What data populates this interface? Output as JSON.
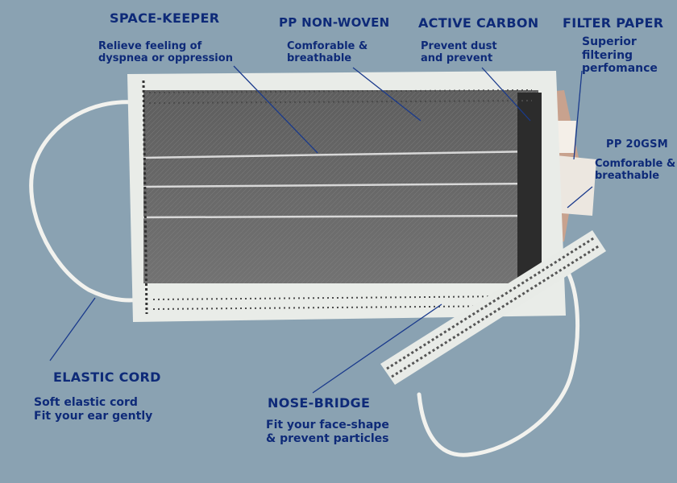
{
  "colors": {
    "background": "#8aa2b2",
    "label_text": "#0e2a78",
    "leader_line": "#1a3a8c",
    "mask_fabric": "#6b6b6b",
    "mask_edge": "#e9ece8",
    "elastic_cord": "#f2f2ee"
  },
  "labels": {
    "space_keeper": {
      "title": "SPACE-KEEPER",
      "lines": [
        "Relieve feeling of",
        "dyspnea or oppression"
      ]
    },
    "pp_non_woven": {
      "title": "PP NON-WOVEN",
      "lines": [
        "Comforable &",
        "breathable"
      ]
    },
    "active_carbon": {
      "title": "ACTIVE CARBON",
      "lines": [
        "Prevent dust",
        "and prevent"
      ]
    },
    "filter_paper": {
      "title": "FILTER PAPER",
      "lines": [
        "Superior",
        "filtering",
        "perfomance"
      ]
    },
    "pp_20gsm": {
      "title": "PP 20GSM",
      "lines": [
        "Comforable &",
        "breathable"
      ]
    },
    "elastic_cord": {
      "title": "ELASTIC CORD",
      "lines": [
        "Soft elastic cord",
        "Fit your ear gently"
      ]
    },
    "nose_bridge": {
      "title": "NOSE-BRIDGE",
      "lines": [
        "Fit your face-shape",
        "& prevent particles"
      ]
    }
  }
}
